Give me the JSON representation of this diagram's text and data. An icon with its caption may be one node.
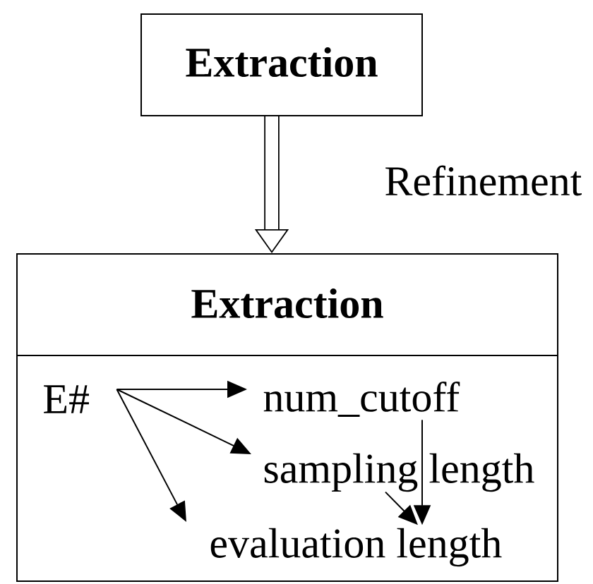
{
  "diagram": {
    "nodes": [
      {
        "text": [
          "Extraction"
        ]
      },
      {
        "text": [
          "Extraction"
        ]
      },
      {
        "text": [
          "E#"
        ],
        "in": 1
      },
      {
        "text": [
          "num_cutoff"
        ],
        "in": 1
      },
      {
        "text": [
          "sampling length"
        ],
        "in": 1
      },
      {
        "text": [
          "evaluation length"
        ],
        "in": 1
      }
    ],
    "edges": [
      {
        "from": 0,
        "to": 1,
        "arrow": "to",
        "label": "Refinement",
        "style": "thick"
      },
      {
        "from": 2,
        "to": 3,
        "arrow": "to"
      },
      {
        "from": 2,
        "to": 4,
        "arrow": "to"
      },
      {
        "from": 2,
        "to": 5,
        "arrow": "to"
      },
      {
        "from": 3,
        "to": 5,
        "arrow": "to"
      },
      {
        "from": 4,
        "to": 5,
        "arrow": "to"
      }
    ]
  }
}
